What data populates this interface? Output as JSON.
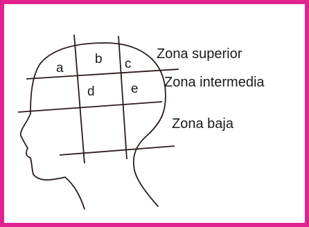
{
  "colors": {
    "border": "#e2238f",
    "line": "#2b1a1a",
    "text": "#1a1a1a"
  },
  "regions": {
    "a": "a",
    "b": "b",
    "c": "c",
    "d": "d",
    "e": "e"
  },
  "zones": {
    "upper": "Zona superior",
    "middle": "Zona intermedia",
    "lower": "Zona baja"
  }
}
